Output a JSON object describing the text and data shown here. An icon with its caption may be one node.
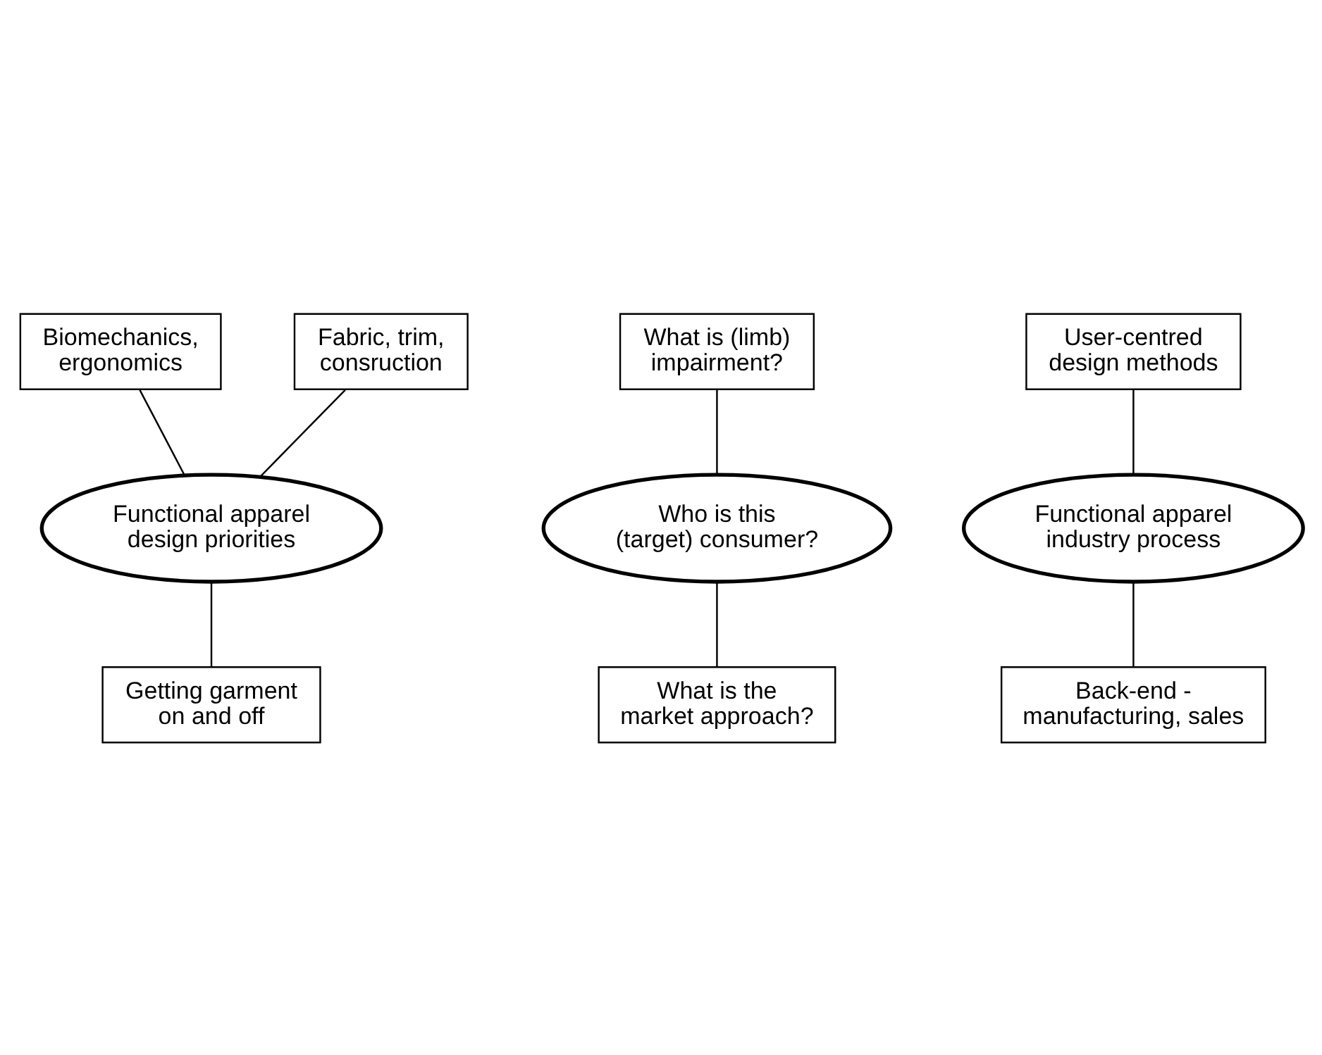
{
  "diagram": {
    "nodes": [
      {
        "text": [
          "Biomechanics, ergonomics"
        ]
      },
      {
        "text": [
          "Fabric, trim, consruction"
        ]
      },
      {
        "text": [
          "Functional apparel design priorities"
        ]
      },
      {
        "text": [
          "What is (limb) impairment?"
        ]
      },
      {
        "text": [
          "User-centred design methods"
        ]
      },
      {
        "text": [
          "Getting garment on and off"
        ]
      },
      {
        "text": [
          "Who is this (target) consumer?"
        ]
      },
      {
        "text": [
          "Functional apparel industry process"
        ]
      },
      {
        "text": [
          "What is the market approach?"
        ]
      },
      {
        "text": [
          "Back-end - manufacturing, sales"
        ]
      }
    ],
    "edges": [
      {
        "from": 0,
        "to": 2,
        "arrow": "none"
      },
      {
        "from": 1,
        "to": 2,
        "arrow": "none"
      },
      {
        "from": 2,
        "to": 5,
        "arrow": "none"
      },
      {
        "from": 3,
        "to": 6,
        "arrow": "none"
      },
      {
        "from": 4,
        "to": 7,
        "arrow": "none"
      },
      {
        "from": 6,
        "to": 8,
        "arrow": "none"
      },
      {
        "from": 7,
        "to": 9,
        "arrow": "none"
      }
    ]
  }
}
